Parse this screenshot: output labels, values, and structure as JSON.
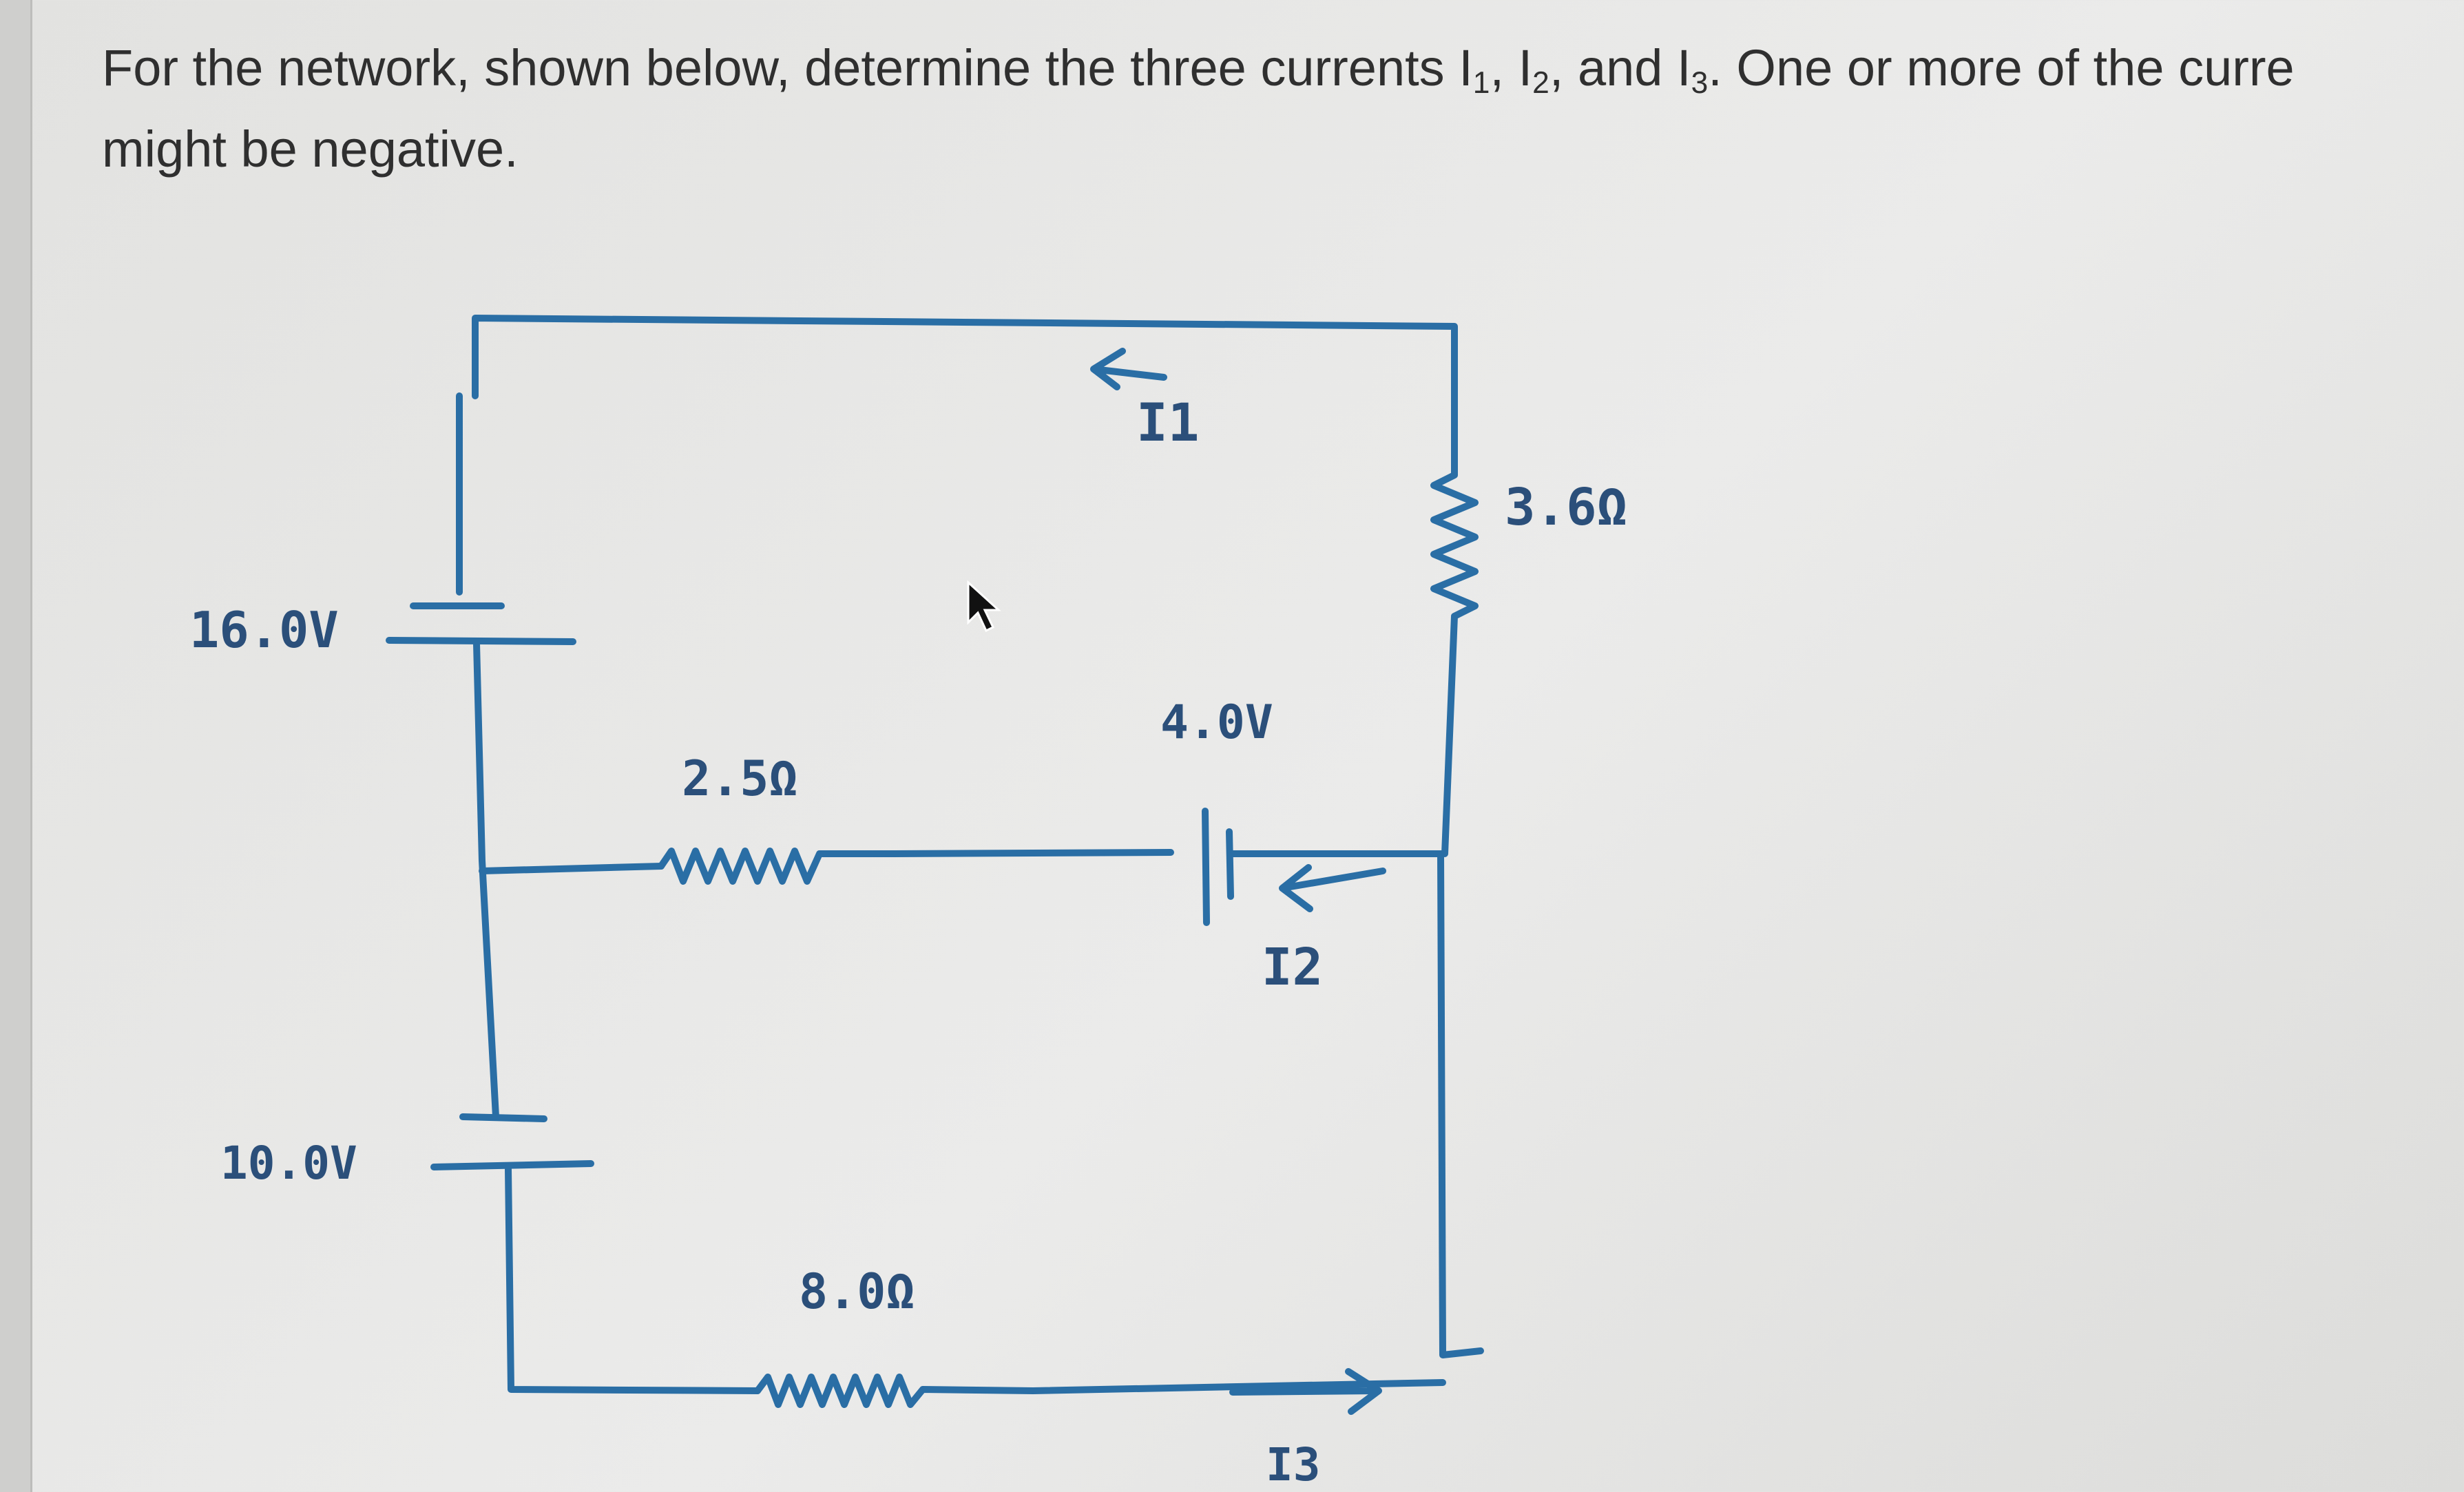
{
  "question": {
    "part1": "For the network, shown below, determine the three currents I",
    "sub1": "1",
    "part2": ", I",
    "sub2": "2",
    "part3": ", and I",
    "sub3": "3",
    "part4": ". One or more of the curre",
    "line2": "might be negative."
  },
  "circuit": {
    "battery_top_label": "16.0V",
    "battery_bottom_label": "10.0V",
    "battery_middle_label": "4.0V",
    "resistor_middle_label": "2.5Ω",
    "resistor_bottom_label": "8.0Ω",
    "resistor_right_label": "3.6Ω",
    "current_top_label": "I1",
    "current_middle_label": "I2",
    "current_bottom_label": "I3"
  },
  "colors": {
    "wire": "#2a6ea5",
    "handwriting": "#2b4f7a",
    "text": "#2f2f2f"
  }
}
